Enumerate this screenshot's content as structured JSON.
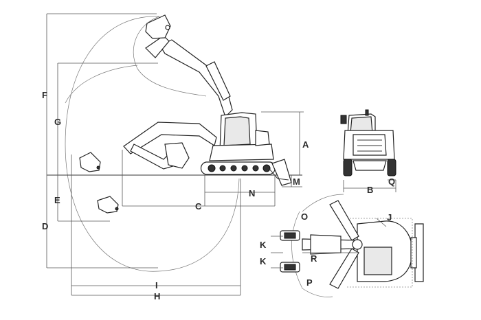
{
  "diagram": {
    "labels": {
      "A": "A",
      "B": "B",
      "C": "C",
      "D": "D",
      "E": "E",
      "F": "F",
      "G": "G",
      "H": "H",
      "I": "I",
      "J": "J",
      "K1": "K",
      "K2": "K",
      "M": "M",
      "N": "N",
      "O": "O",
      "P": "P",
      "Q": "Q",
      "R": "R"
    },
    "colors": {
      "line": "#333333",
      "background": "#ffffff"
    }
  }
}
